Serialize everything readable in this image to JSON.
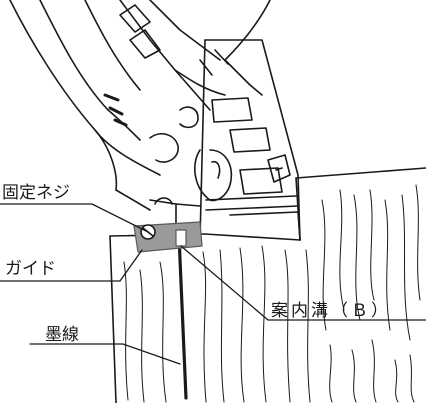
{
  "callouts": {
    "fixing_screw": "固定ネジ",
    "guide": "ガイド",
    "ink_line": "墨線",
    "guide_groove": "案内溝（Ｂ）"
  },
  "colors": {
    "line": "#1a1a1a",
    "guide_fill": "#9a9a9a",
    "guide_edge": "#5a5a5a",
    "background": "#ffffff"
  }
}
